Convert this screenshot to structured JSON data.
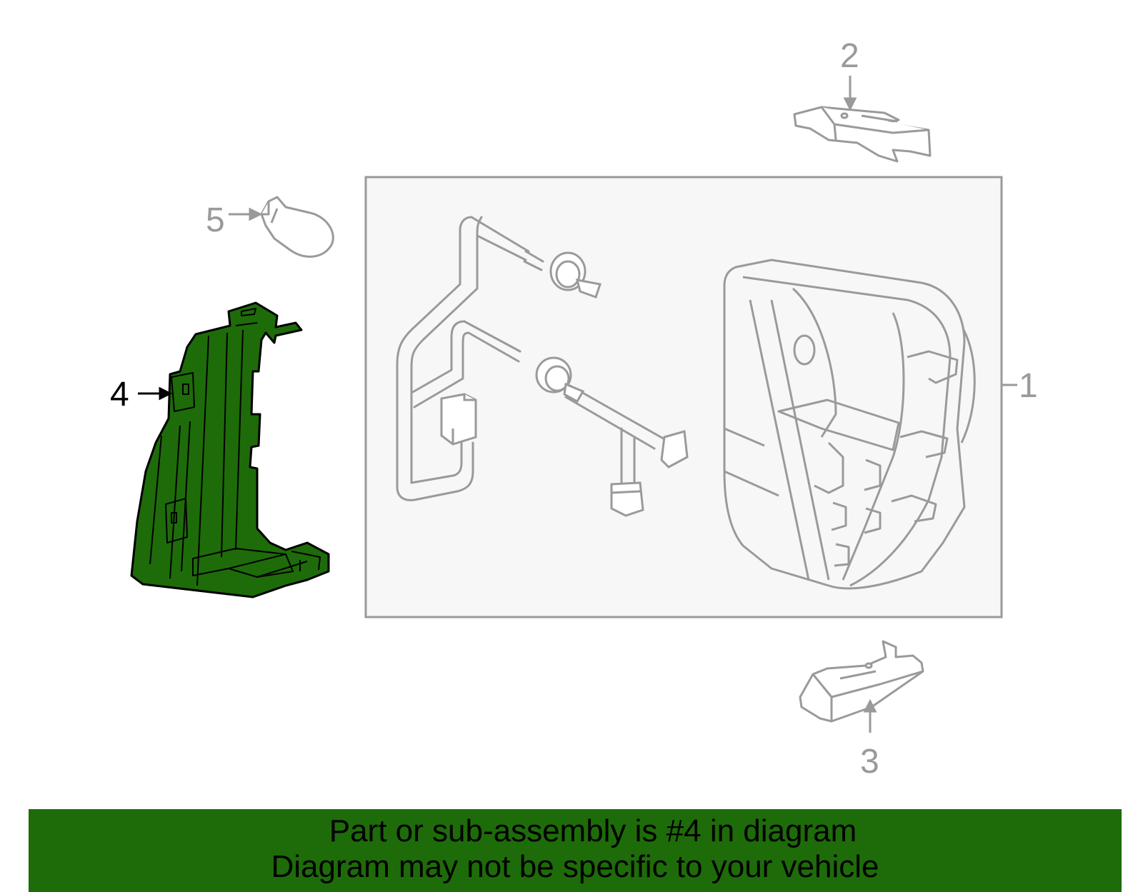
{
  "callouts": {
    "c1": "1",
    "c2": "2",
    "c3": "3",
    "c4": "4",
    "c5": "5"
  },
  "banner": {
    "line1": "Part or sub-assembly is #4 in diagram",
    "line2": "Diagram may not be specific to your vehicle"
  },
  "colors": {
    "highlight": "#1e6b0a",
    "part_outline": "#9a9a9a",
    "box_fill": "#f7f7f7"
  }
}
